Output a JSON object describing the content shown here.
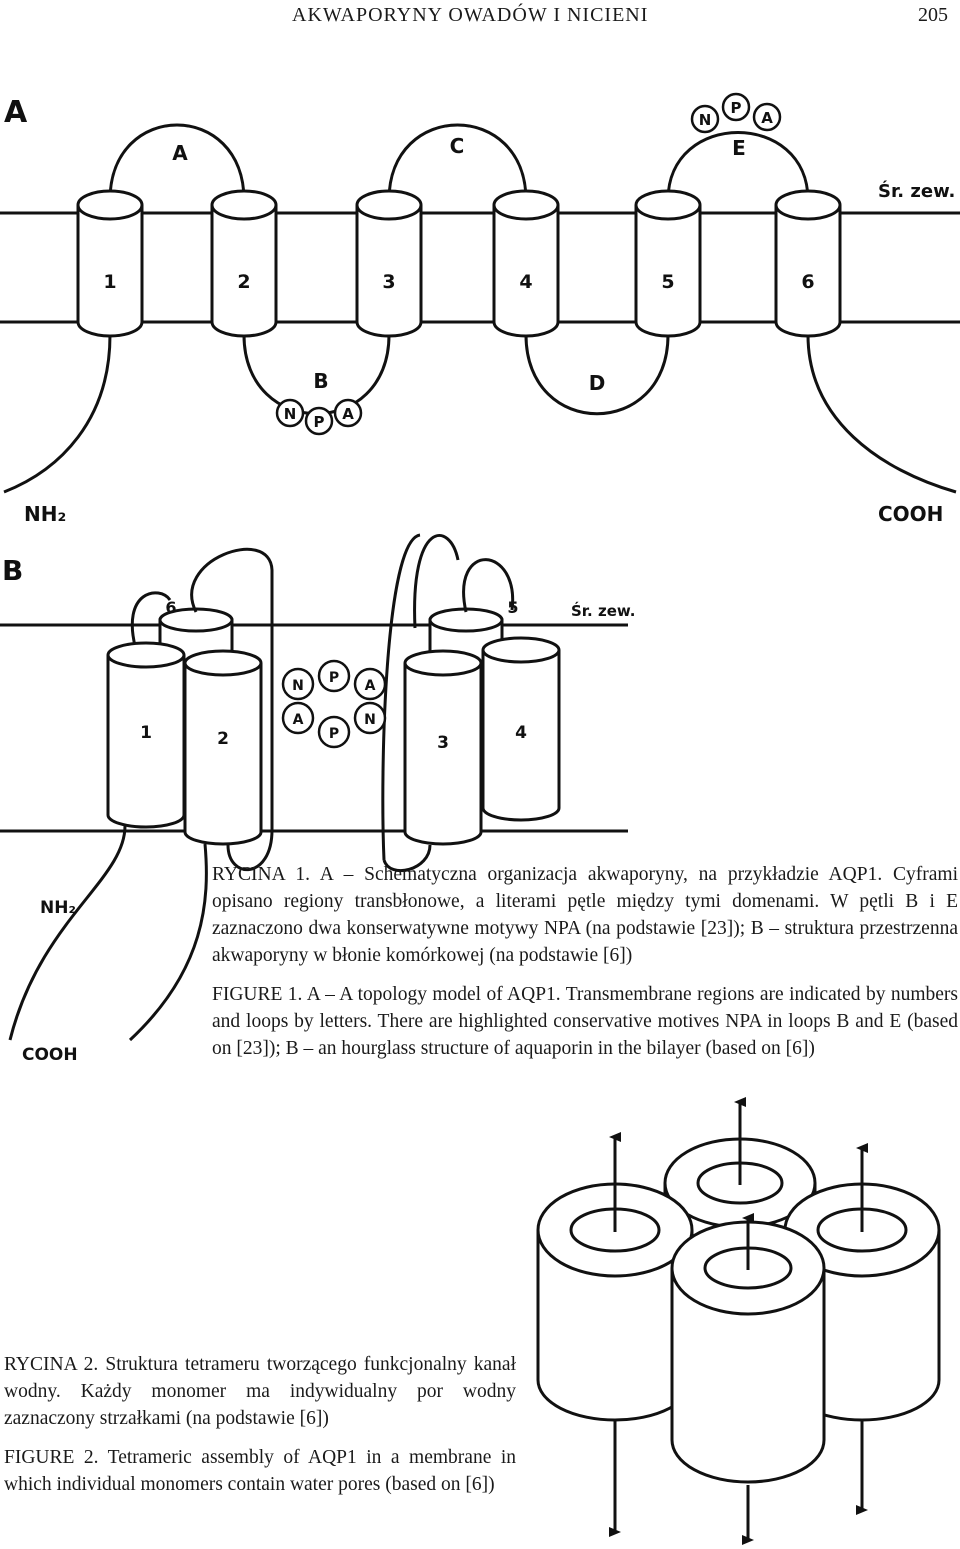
{
  "header": {
    "title": "AKWAPORYNY OWADÓW I NICIENI",
    "page_number": "205"
  },
  "figure1": {
    "panel_a": {
      "panel_label": "A",
      "helices": [
        "1",
        "2",
        "3",
        "4",
        "5",
        "6"
      ],
      "loops": [
        "A",
        "B",
        "C",
        "D",
        "E"
      ],
      "motif_b": [
        "N",
        "P",
        "A"
      ],
      "motif_e": [
        "N",
        "P",
        "A"
      ],
      "side_label": "Śr. zew.",
      "n_terminus": "NH₂",
      "c_terminus": "COOH"
    },
    "panel_b": {
      "panel_label": "B",
      "helices": [
        "1",
        "2",
        "3",
        "4"
      ],
      "back_helices": [
        "6",
        "5"
      ],
      "motif_top": [
        "N",
        "P",
        "A"
      ],
      "motif_bottom": [
        "A",
        "P",
        "N"
      ],
      "side_label": "Śr. zew.",
      "n_terminus": "NH₂",
      "c_terminus": "COOH"
    },
    "caption_pl": "RYCINA 1. A – Schematyczna organizacja akwaporyny, na przykładzie AQP1. Cyframi opisano regiony transbłonowe, a literami pętle między tymi domenami. W pętli B i E zaznaczono dwa konserwatywne motywy NPA (na podstawie [23]); B – struktura przestrzenna akwaporyny w błonie komórkowej (na podstawie [6])",
    "caption_en": "FIGURE 1. A – A topology model of AQP1. Transmembrane regions are indicated by numbers and loops by letters. There are highlighted conservative motives NPA in loops B and E (based on [23]); B – an hourglass structure of aquaporin in the bilayer (based on [6])"
  },
  "figure2": {
    "caption_pl": "RYCINA 2. Struktura tetrameru tworzącego funkcjonalny kanał wodny. Każdy monomer ma indywidualny por wodny zaznaczony strzałkami (na podstawie [6])",
    "caption_en": "FIGURE 2. Tetrameric assembly of AQP1 in a membrane in which individual monomers contain water pores (based on [6])"
  },
  "colors": {
    "ink": "#111111",
    "paper": "#ffffff"
  }
}
